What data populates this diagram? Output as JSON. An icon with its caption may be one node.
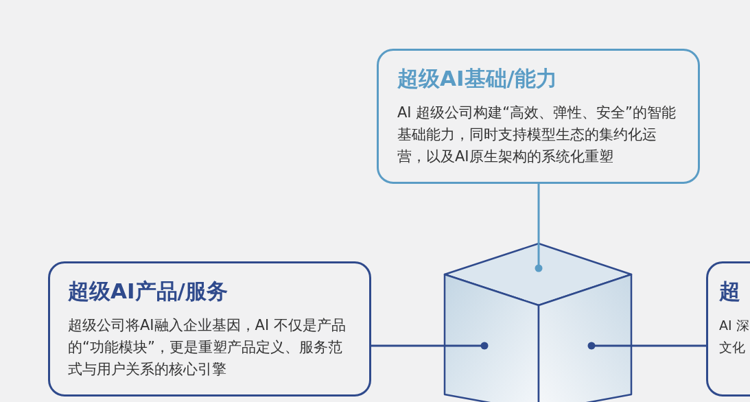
{
  "diagram": {
    "nodes": [
      {
        "text": [
          "超级AI基础/能力",
          "AI 超级公司构建“高效、弹性、安全”的智能基础能力，同时支持模型生态的集约化运营，以及AI原生架构的系统化重塑"
        ]
      },
      {
        "text": [
          "超级AI产品/服务",
          "超级公司将AI融入企业基因，AI 不仅是产品的“功能模块”，更是重塑产品定义、服务范式与用户关系的核心引擎"
        ]
      },
      {
        "text": [],
        "shape": "cube"
      },
      {
        "text": [
          "超",
          "AI 深文化"
        ]
      }
    ],
    "edges": [
      {
        "from": 0,
        "to": 2,
        "arrow": "other",
        "color": "#5a9cc5"
      },
      {
        "from": 1,
        "to": 2,
        "arrow": "other"
      },
      {
        "from": 3,
        "to": 2,
        "arrow": "other"
      }
    ]
  }
}
